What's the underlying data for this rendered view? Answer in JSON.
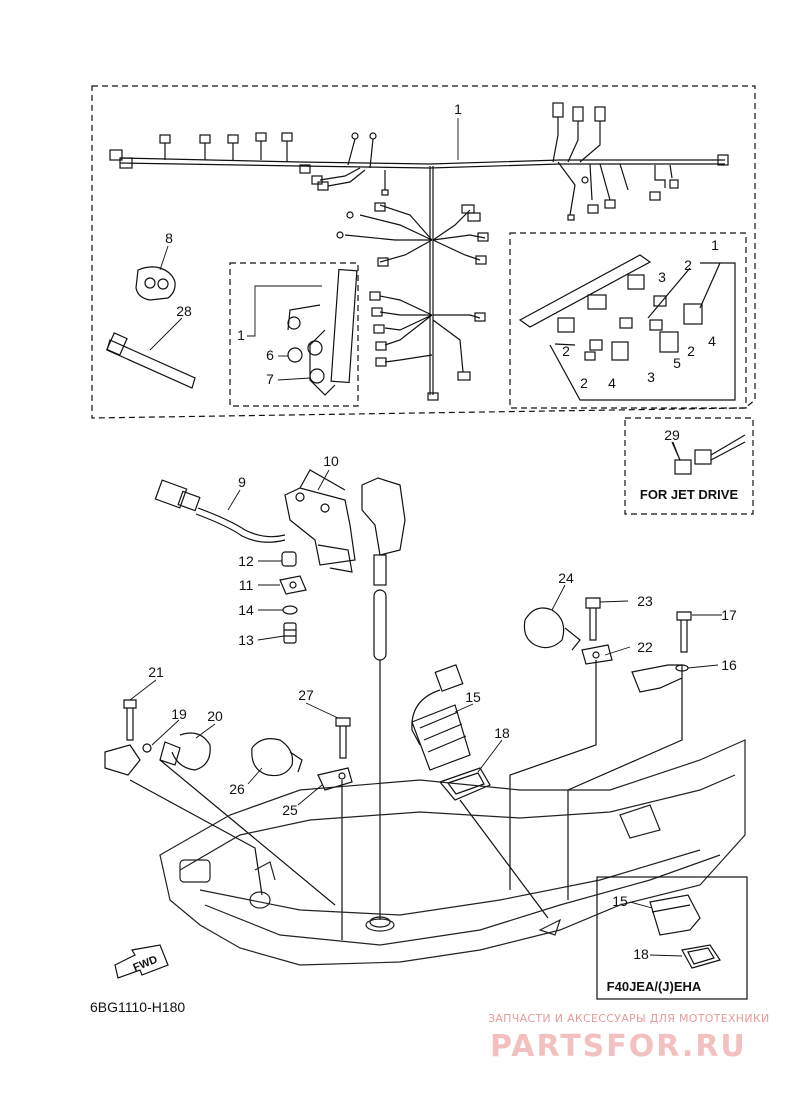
{
  "parts": {
    "p1": "1",
    "p2": "2",
    "p3": "3",
    "p4": "4",
    "p5": "5",
    "p6": "6",
    "p7": "7",
    "p8": "8",
    "p9": "9",
    "p10": "10",
    "p11": "11",
    "p12": "12",
    "p13": "13",
    "p14": "14",
    "p15": "15",
    "p16": "16",
    "p17": "17",
    "p18": "18",
    "p19": "19",
    "p20": "20",
    "p21": "21",
    "p22": "22",
    "p23": "23",
    "p24": "24",
    "p25": "25",
    "p26": "26",
    "p27": "27",
    "p28": "28",
    "p29": "29"
  },
  "jet_box": {
    "caption": "FOR JET DRIVE"
  },
  "variant_box": {
    "caption": "F40JEA/(J)EHA"
  },
  "fwd_arrow": {
    "label": "FWD"
  },
  "diagram_code": "6BG1110-H180",
  "watermark": {
    "line1": "ЗАПЧАСТИ И АКСЕССУАРЫ ДЛЯ МОТОТЕХНИКИ",
    "line2": "PARTSFOR.RU"
  }
}
